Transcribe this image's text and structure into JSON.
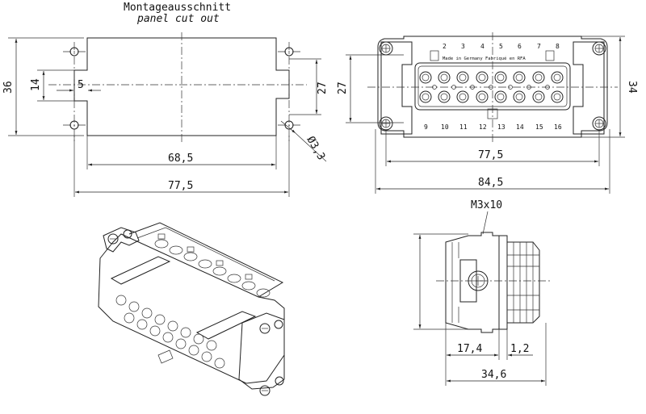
{
  "title": {
    "line1": "Montageausschnitt",
    "line2": "panel cut out"
  },
  "panel_cutout": {
    "dims": {
      "height_total": "36",
      "height_inner": "14",
      "notch": "5",
      "height_right": "27",
      "width_cut": "68,5",
      "width_total": "77,5",
      "hole": "Ø3,3"
    }
  },
  "front_view": {
    "top_numbers": [
      "2",
      "3",
      "4",
      "5",
      "6",
      "7",
      "8"
    ],
    "bottom_numbers": [
      "9",
      "10",
      "11",
      "12",
      "13",
      "14",
      "15",
      "16"
    ],
    "imprint": "Made in Germany Fabriqué en RFA",
    "dims": {
      "height_left": "27",
      "height_right": "34",
      "width_inner": "77,5",
      "width_total": "84,5"
    }
  },
  "side_view": {
    "screw_label": "M3x10",
    "dims": {
      "depth_body": "17,4",
      "depth_flange": "1,2",
      "depth_total": "34,6"
    }
  }
}
